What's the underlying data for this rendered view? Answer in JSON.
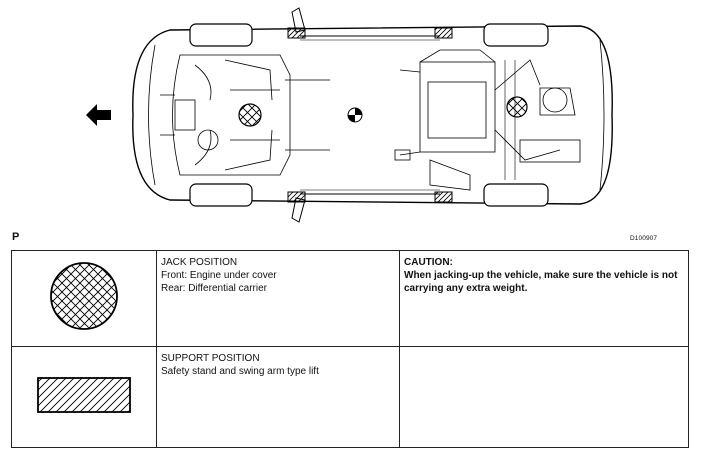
{
  "diagram": {
    "view_label": "P",
    "figure_code": "D100907",
    "direction_icon": "left-arrow-icon",
    "center_of_gravity_icon": "center-of-gravity-icon"
  },
  "legend": {
    "jack": {
      "symbol": "cross-hatched-circle-icon",
      "title": "JACK POSITION",
      "lines": [
        "Front: Engine under cover",
        "Rear: Differential carrier"
      ]
    },
    "support": {
      "symbol": "diagonal-hatched-rectangle-icon",
      "title": "SUPPORT POSITION",
      "lines": [
        "Safety stand and swing arm type lift"
      ]
    },
    "caution": {
      "title": "CAUTION:",
      "text": "When jacking-up the vehicle, make sure the vehicle is not carrying any extra weight."
    }
  }
}
